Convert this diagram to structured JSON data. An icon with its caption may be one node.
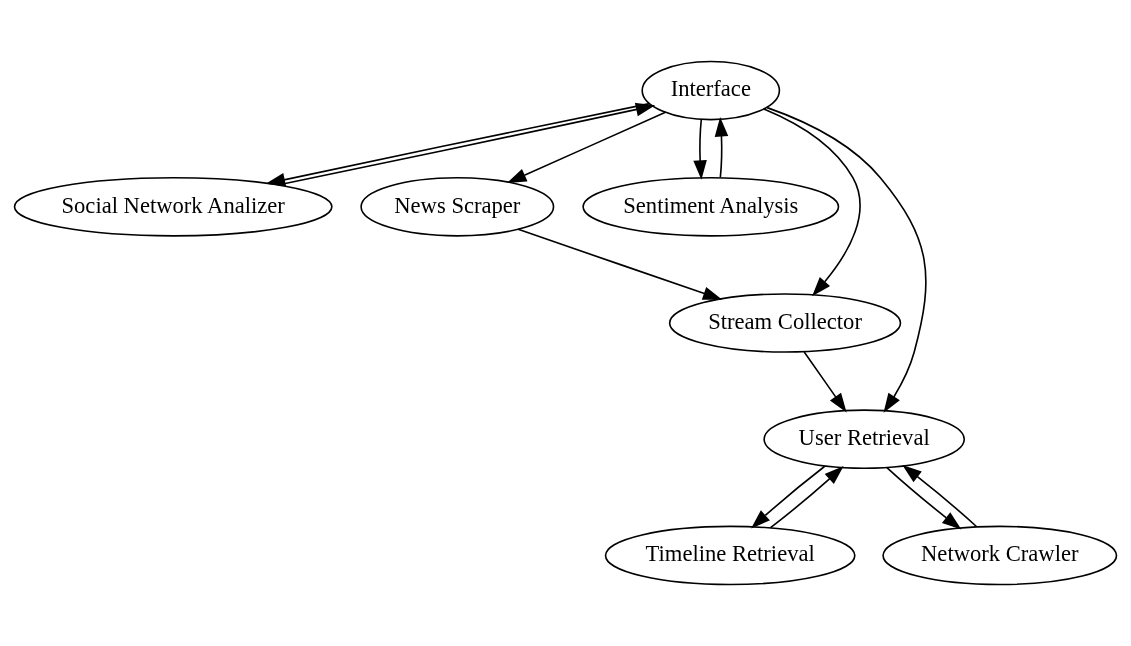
{
  "diagram": {
    "nodes": [
      {
        "text": [
          "Interface"
        ]
      },
      {
        "text": [
          "Social Network Analizer"
        ]
      },
      {
        "text": [
          "News Scraper"
        ]
      },
      {
        "text": [
          "Sentiment Analysis"
        ]
      },
      {
        "text": [
          "Stream Collector"
        ]
      },
      {
        "text": [
          "User Retrieval"
        ]
      },
      {
        "text": [
          "Timeline Retrieval"
        ]
      },
      {
        "text": [
          "Network Crawler"
        ]
      }
    ],
    "edges": [
      {
        "from": 0,
        "to": 5,
        "arrow": "to"
      },
      {
        "from": 0,
        "to": 1,
        "arrow": "to"
      },
      {
        "from": 1,
        "to": 0,
        "arrow": "to"
      },
      {
        "from": 0,
        "to": 4,
        "arrow": "to"
      },
      {
        "from": 0,
        "to": 2,
        "arrow": "to"
      },
      {
        "from": 0,
        "to": 3,
        "arrow": "to"
      },
      {
        "from": 3,
        "to": 0,
        "arrow": "to"
      },
      {
        "from": 2,
        "to": 4,
        "arrow": "to"
      },
      {
        "from": 4,
        "to": 5,
        "arrow": "to"
      },
      {
        "from": 5,
        "to": 6,
        "arrow": "to"
      },
      {
        "from": 6,
        "to": 5,
        "arrow": "to"
      },
      {
        "from": 5,
        "to": 7,
        "arrow": "to"
      },
      {
        "from": 7,
        "to": 5,
        "arrow": "to"
      }
    ]
  }
}
